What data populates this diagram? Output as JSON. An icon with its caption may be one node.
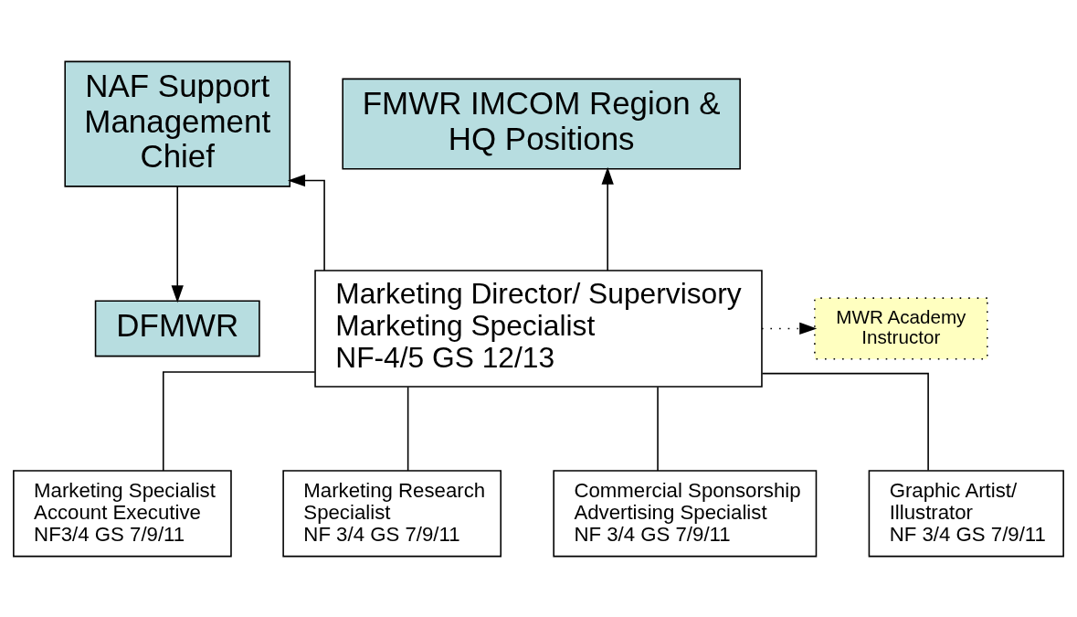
{
  "diagram": {
    "nodes": [
      {
        "text": [
          "NAF Support Management Chief"
        ]
      },
      {
        "text": [
          "FMWR IMCOM Region & HQ Positions"
        ]
      },
      {
        "text": [
          "DFMWR"
        ]
      },
      {
        "text": [
          "Marketing Director/ Supervisory Marketing Specialist",
          "NF-4/5 GS 12/13"
        ]
      },
      {
        "text": [
          "MWR Academy Instructor"
        ]
      },
      {
        "text": [
          "Marketing Specialist Account Executive",
          "NF3/4 GS 7/9/11"
        ]
      },
      {
        "text": [
          "Marketing Research Specialist",
          "NF 3/4 GS 7/9/11"
        ]
      },
      {
        "text": [
          "Commercial Sponsorship Advertising Specialist",
          "NF 3/4 GS 7/9/11"
        ]
      },
      {
        "text": [
          "Graphic Artist/ Illustrator",
          "NF 3/4 GS 7/9/11"
        ]
      }
    ],
    "edges": [
      {
        "from": 3,
        "to": 0,
        "arrow": "to"
      },
      {
        "from": 3,
        "to": 1,
        "arrow": "to"
      },
      {
        "from": 0,
        "to": 2,
        "arrow": "to"
      },
      {
        "from": 3,
        "to": 4,
        "arrow": "to",
        "style": "dashed"
      },
      {
        "from": 3,
        "to": 5,
        "arrow": "none"
      },
      {
        "from": 3,
        "to": 6,
        "arrow": "none"
      },
      {
        "from": 3,
        "to": 7,
        "arrow": "none"
      },
      {
        "from": 3,
        "to": 8,
        "arrow": "none"
      }
    ]
  }
}
